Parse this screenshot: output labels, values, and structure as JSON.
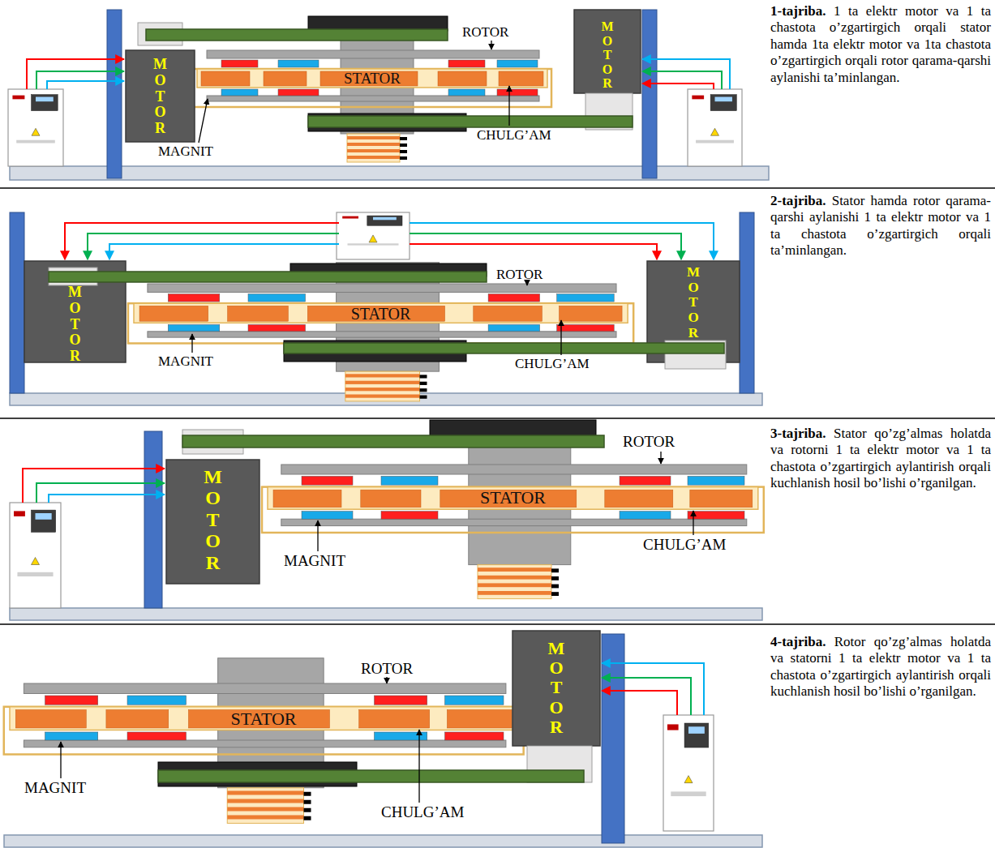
{
  "diagram": {
    "nodes": [
      {
        "text": [
          "MOTOR"
        ]
      },
      {
        "text": [
          "STATOR"
        ]
      },
      {
        "text": [
          "MOTOR"
        ]
      },
      {
        "text": [
          "MOTOR"
        ]
      },
      {
        "text": [
          "STATOR"
        ]
      },
      {
        "text": [
          "MOTOR"
        ]
      },
      {
        "text": [
          "MOTOR"
        ]
      },
      {
        "text": [
          "STATOR"
        ]
      },
      {
        "text": [
          "STATOR"
        ]
      },
      {
        "text": [
          "MOTOR"
        ]
      }
    ],
    "labels": [
      "1-tajriba.",
      "1 ta elektr motor va 1 ta chastota o’zgartirgich orqali stator hamda 1ta elektr motor va 1ta chastota o’zgartirgich orqali rotor qarama-qarshi aylanishi ta’minlangan.",
      "ROTOR",
      "MAGNIT",
      "CHULG’AM",
      "2-tajriba.",
      "Stator hamda rotor qarama-qarshi aylanishi 1 ta elektr motor va 1 ta chastota o’zgartirgich orqali ta’minlangan.",
      "ROTOR",
      "MAGNIT",
      "CHULG’AM",
      "3-tajriba.",
      "Stator qo’zg’almas holatda va rotorni 1 ta elektr motor va 1 ta chastota o’zgartirgich aylantirish orqali kuchlanish hosil bo’lishi o’rganilgan.",
      "ROTOR",
      "MAGNIT",
      "CHULG’AM",
      "4-tajriba.",
      "Rotor qo’zg’almas holatda va statorni 1 ta elektr motor va 1 ta chastota o’zgartirgich aylantirish orqali kuchlanish hosil bo’lishi o’rganilgan.",
      "ROTOR",
      "MAGNIT",
      "CHULG’AM"
    ]
  }
}
